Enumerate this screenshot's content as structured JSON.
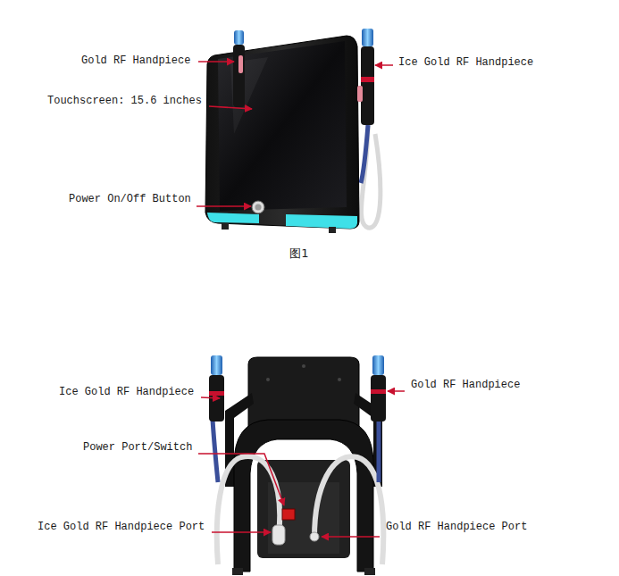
{
  "diagram": {
    "caption": "图1",
    "labels": [
      "Gold RF Handpiece",
      "Ice Gold RF Handpiece",
      "Touchscreen: 15.6 inches",
      "Power On/Off Button",
      "Ice Gold RF Handpiece",
      "Gold RF Handpiece",
      "Power Port/Switch",
      "Ice Gold RF Handpiece Port",
      "Gold RF Handpiece Port"
    ]
  }
}
